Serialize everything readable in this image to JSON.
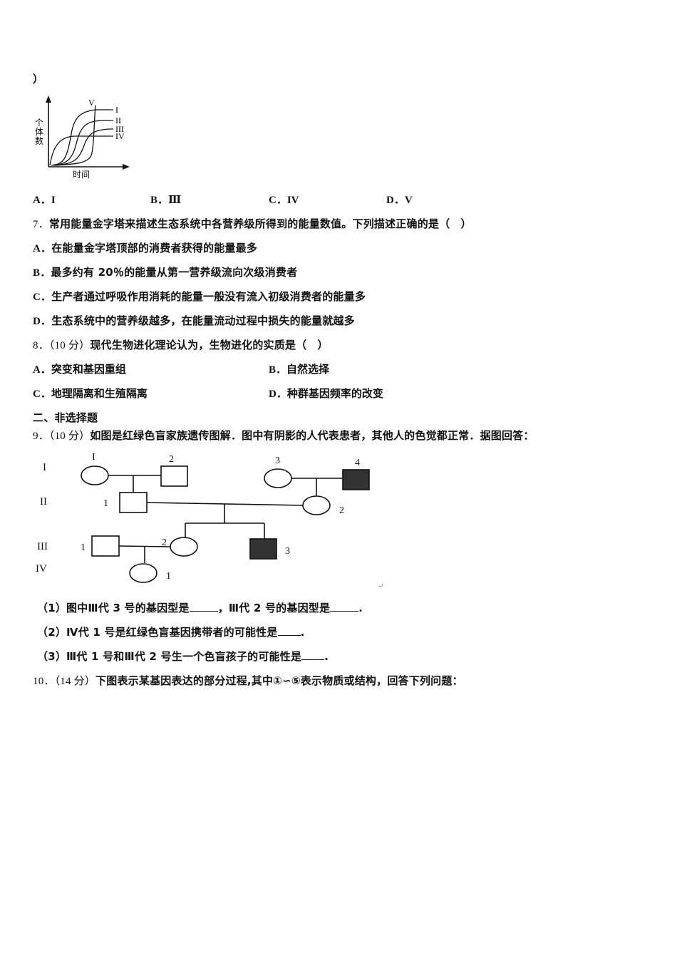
{
  "q6": {
    "paren_tail": "）",
    "chart": {
      "ylabel_chars": [
        "个",
        "体",
        "数"
      ],
      "xlabel": "时间",
      "curve_labels": [
        "V",
        "I",
        "II",
        "III",
        "IV"
      ]
    },
    "options": [
      {
        "letter": "A．",
        "text": "I"
      },
      {
        "letter": "B．",
        "text": "Ⅲ"
      },
      {
        "letter": "C．",
        "text": "IV"
      },
      {
        "letter": "D．",
        "text": "V"
      }
    ]
  },
  "q7": {
    "number": "7．",
    "stem": "常用能量金字塔来描述生态系统中各营养级所得到的能量数值。下列描述正确的是（　）",
    "options": [
      {
        "letter": "A．",
        "text": "在能量金字塔顶部的消费者获得的能量最多"
      },
      {
        "letter": "B．",
        "text": "最多约有 20％的能量从第一营养级流向次级消费者"
      },
      {
        "letter": "C．",
        "text": "生产者通过呼吸作用消耗的能量一般没有流入初级消费者的能量多"
      },
      {
        "letter": "D．",
        "text": "生态系统中的营养级越多，在能量流动过程中损失的能量就越多"
      }
    ]
  },
  "q8": {
    "number": "8．",
    "score": "（10 分）",
    "stem": "现代生物进化理论认为，生物进化的实质是（　）",
    "options": [
      {
        "letter": "A．",
        "text": "突变和基因重组"
      },
      {
        "letter": "B．",
        "text": "自然选择"
      },
      {
        "letter": "C．",
        "text": "地理隔离和生殖隔离"
      },
      {
        "letter": "D．",
        "text": "种群基因频率的改变"
      }
    ]
  },
  "section2": {
    "title": "二、非选择题"
  },
  "q9": {
    "number": "9．",
    "score": "（10 分）",
    "stem": "如图是红绿色盲家族遗传图解．图中有阴影的人代表患者，其他人的色觉都正常．据图回答：",
    "pedigree": {
      "generations": [
        "I",
        "II",
        "III",
        "IV"
      ],
      "labels": {
        "I1": "I",
        "I2": "2",
        "I3": "3",
        "I4": "4",
        "II1": "1",
        "II2": "2",
        "III1": "1",
        "III2": "2",
        "III3": "3",
        "IV1": "1"
      },
      "affected_color": "#333333",
      "return_mark": "↵"
    },
    "sub": [
      {
        "prefix": "（1）图中Ⅲ代 3 号的基因型是",
        "mid": "，Ⅲ代 2 号的基因型是",
        "suffix": "."
      },
      {
        "prefix": "（2）Ⅳ代 1 号是红绿色盲基因携带者的可能性是",
        "suffix": "."
      },
      {
        "prefix": "（3）Ⅲ代 1 号和Ⅲ代 2 号生一个色盲孩子的可能性是",
        "suffix": "."
      }
    ]
  },
  "q10": {
    "number": "10．",
    "score": "（14 分）",
    "stem": "下图表示某基因表达的部分过程,其中①∽⑤表示物质或结构，回答下列问题："
  }
}
